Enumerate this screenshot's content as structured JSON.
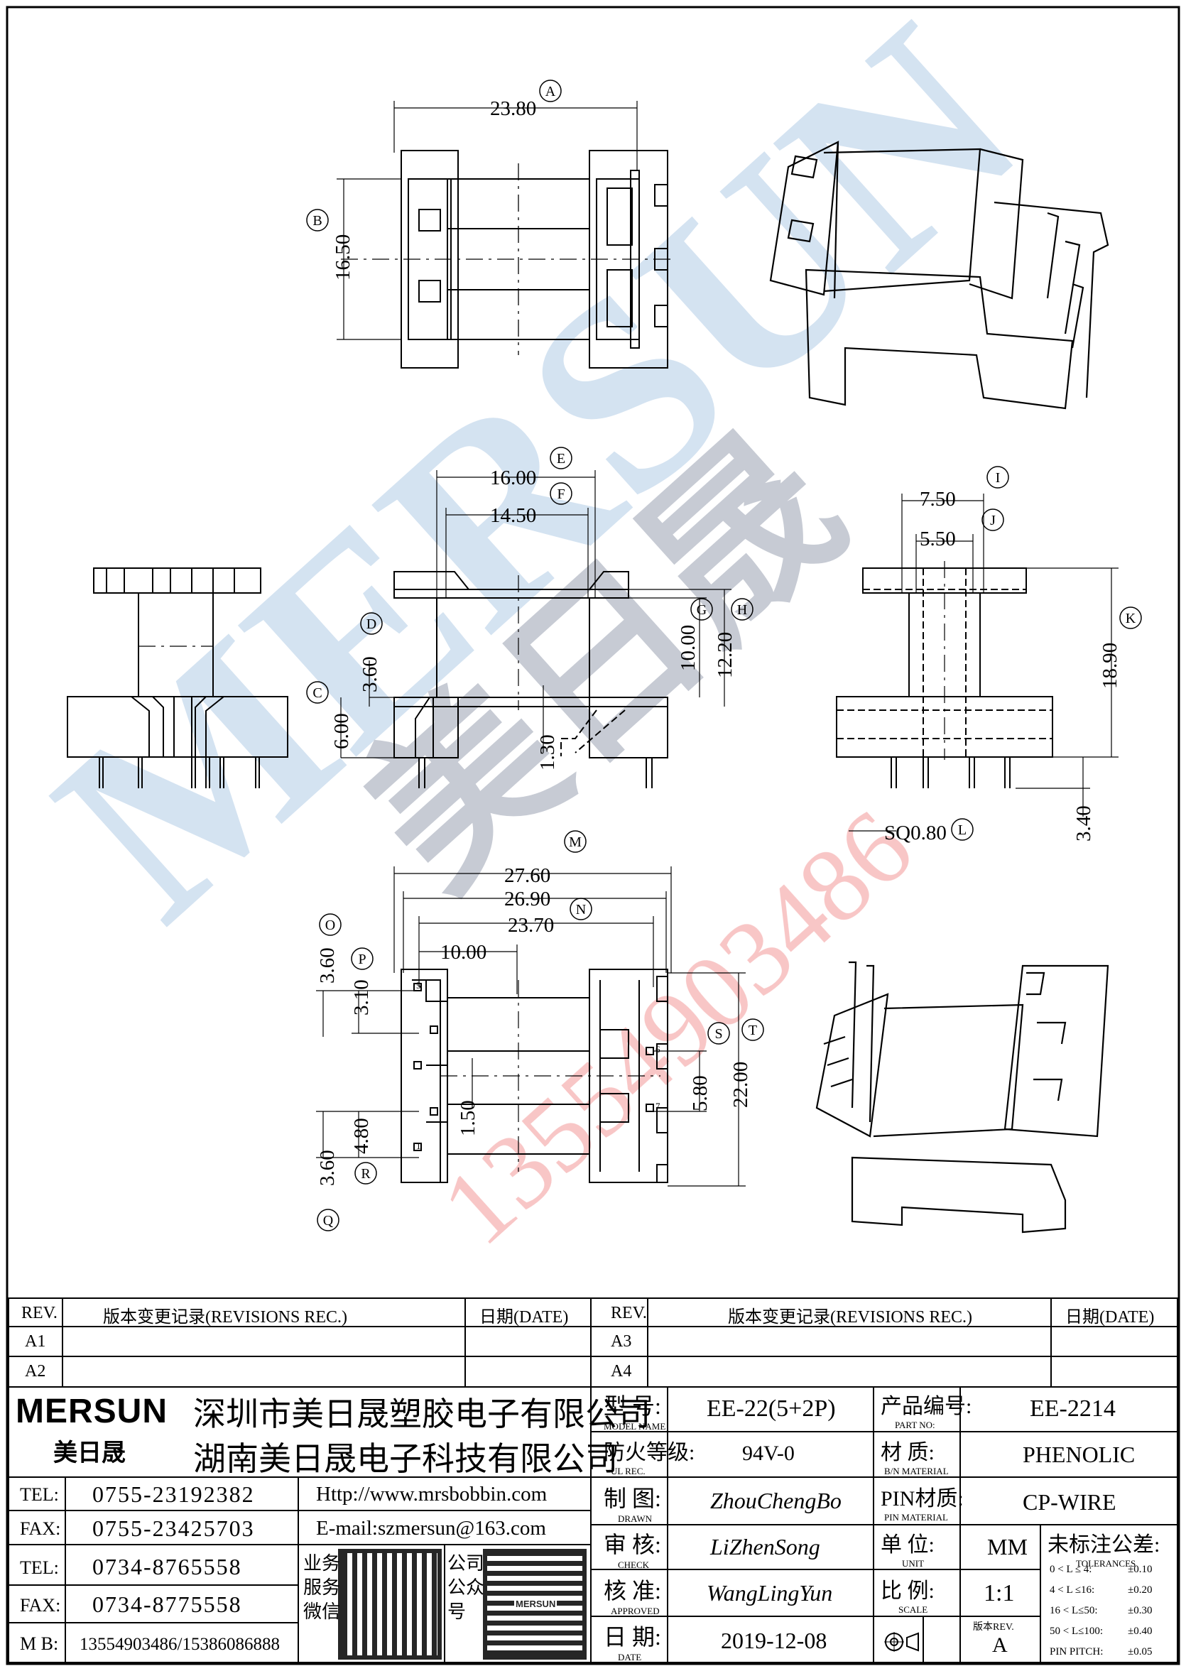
{
  "watermark": {
    "brand": "MERSUN",
    "cn": "美日晟",
    "phone": "13554903486"
  },
  "dimensions": {
    "top_width": "23.80",
    "top_height": "16.50",
    "e": "16.00",
    "f": "14.50",
    "d": "3.60",
    "c": "6.00",
    "g": "10.00",
    "h": "12.20",
    "base": "1.30",
    "i": "7.50",
    "j": "5.50",
    "k": "18.90",
    "pin_len": "3.40",
    "sq": "SQ0.80",
    "m": "27.60",
    "m2": "26.90",
    "n": "23.70",
    "ten": "10.00",
    "o": "3.60",
    "p": "3.10",
    "s": "5.80",
    "t": "22.00",
    "r": "4.80",
    "q": "3.60",
    "half": "1.50"
  },
  "markers": [
    "A",
    "B",
    "C",
    "D",
    "E",
    "F",
    "G",
    "H",
    "I",
    "J",
    "K",
    "L",
    "M",
    "N",
    "O",
    "P",
    "Q",
    "R",
    "S",
    "T"
  ],
  "pin_numbers": {
    "left": [
      "5",
      "1"
    ],
    "right": [
      "6",
      "7"
    ]
  },
  "rev_left": {
    "h_rev": "REV.",
    "h_desc": "版本变更记录(REVISIONS REC.)",
    "h_date": "日期(DATE)",
    "rows": [
      "A1",
      "A2"
    ]
  },
  "rev_right": {
    "h_rev": "REV.",
    "h_desc": "版本变更记录(REVISIONS REC.)",
    "h_date": "日期(DATE)",
    "rows": [
      "A3",
      "A4"
    ]
  },
  "company": {
    "logo": "MERSUN",
    "logo_cn": "美日晟",
    "name1": "深圳市美日晟塑胶电子有限公司",
    "name2": "湖南美日晟电子科技有限公司",
    "tel1_label": "TEL:",
    "tel1": "0755-23192382",
    "web": "Http://www.mrsbobbin.com",
    "fax1_label": "FAX:",
    "fax1": "0755-23425703",
    "email": "E-mail:szmersun@163.com",
    "tel2_label": "TEL:",
    "tel2": "0734-8765558",
    "fax2_label": "FAX:",
    "fax2": "0734-8775558",
    "mb_label": "M B:",
    "mb": "13554903486/15386086888",
    "wechat_label": [
      "业务",
      "服务",
      "微信"
    ],
    "account_label": [
      "公司",
      "公众",
      "号"
    ],
    "qr_logo": "MERSUN"
  },
  "spec": {
    "model_cn": "型  号:",
    "model_en": "MODEL NAME",
    "model": "EE-22(5+2P)",
    "part_cn": "产品编号:",
    "part_en": "PART NO:",
    "part": "EE-2214",
    "ul_cn": "防火等级:",
    "ul_en": "UL REC.",
    "ul": "94V-0",
    "mat_cn": "材  质:",
    "mat_en": "B/N MATERIAL",
    "mat": "PHENOLIC",
    "drawn_cn": "制  图:",
    "drawn_en": "DRAWN",
    "drawn": "ZhouChengBo",
    "pinmat_cn": "PIN材质:",
    "pinmat_en": "PIN MATERIAL",
    "pinmat": "CP-WIRE",
    "check_cn": "审  核:",
    "check_en": "CHECK",
    "check": "LiZhenSong",
    "unit_cn": "单  位:",
    "unit_en": "UNIT",
    "unit": "MM",
    "tol_cn": "未标注公差:",
    "tol_en": "TOLERANCES",
    "appr_cn": "核  准:",
    "appr_en": "APPROVED",
    "appr": "WangLingYun",
    "scale_cn": "比  例:",
    "scale_en": "SCALE",
    "scale": "1:1",
    "date_cn": "日  期:",
    "date_en": "DATE",
    "date": "2019-12-08",
    "ver_cn": "版本REV.",
    "ver": "A",
    "tolerances": [
      {
        "range": "0 < L ≤  4:",
        "val": "±0.10"
      },
      {
        "range": "4 < L ≤16:",
        "val": "±0.20"
      },
      {
        "range": "16 < L≤50:",
        "val": "±0.30"
      },
      {
        "range": "50 < L≤100:",
        "val": "±0.40"
      },
      {
        "range": "PIN PITCH:",
        "val": "±0.05"
      }
    ]
  }
}
